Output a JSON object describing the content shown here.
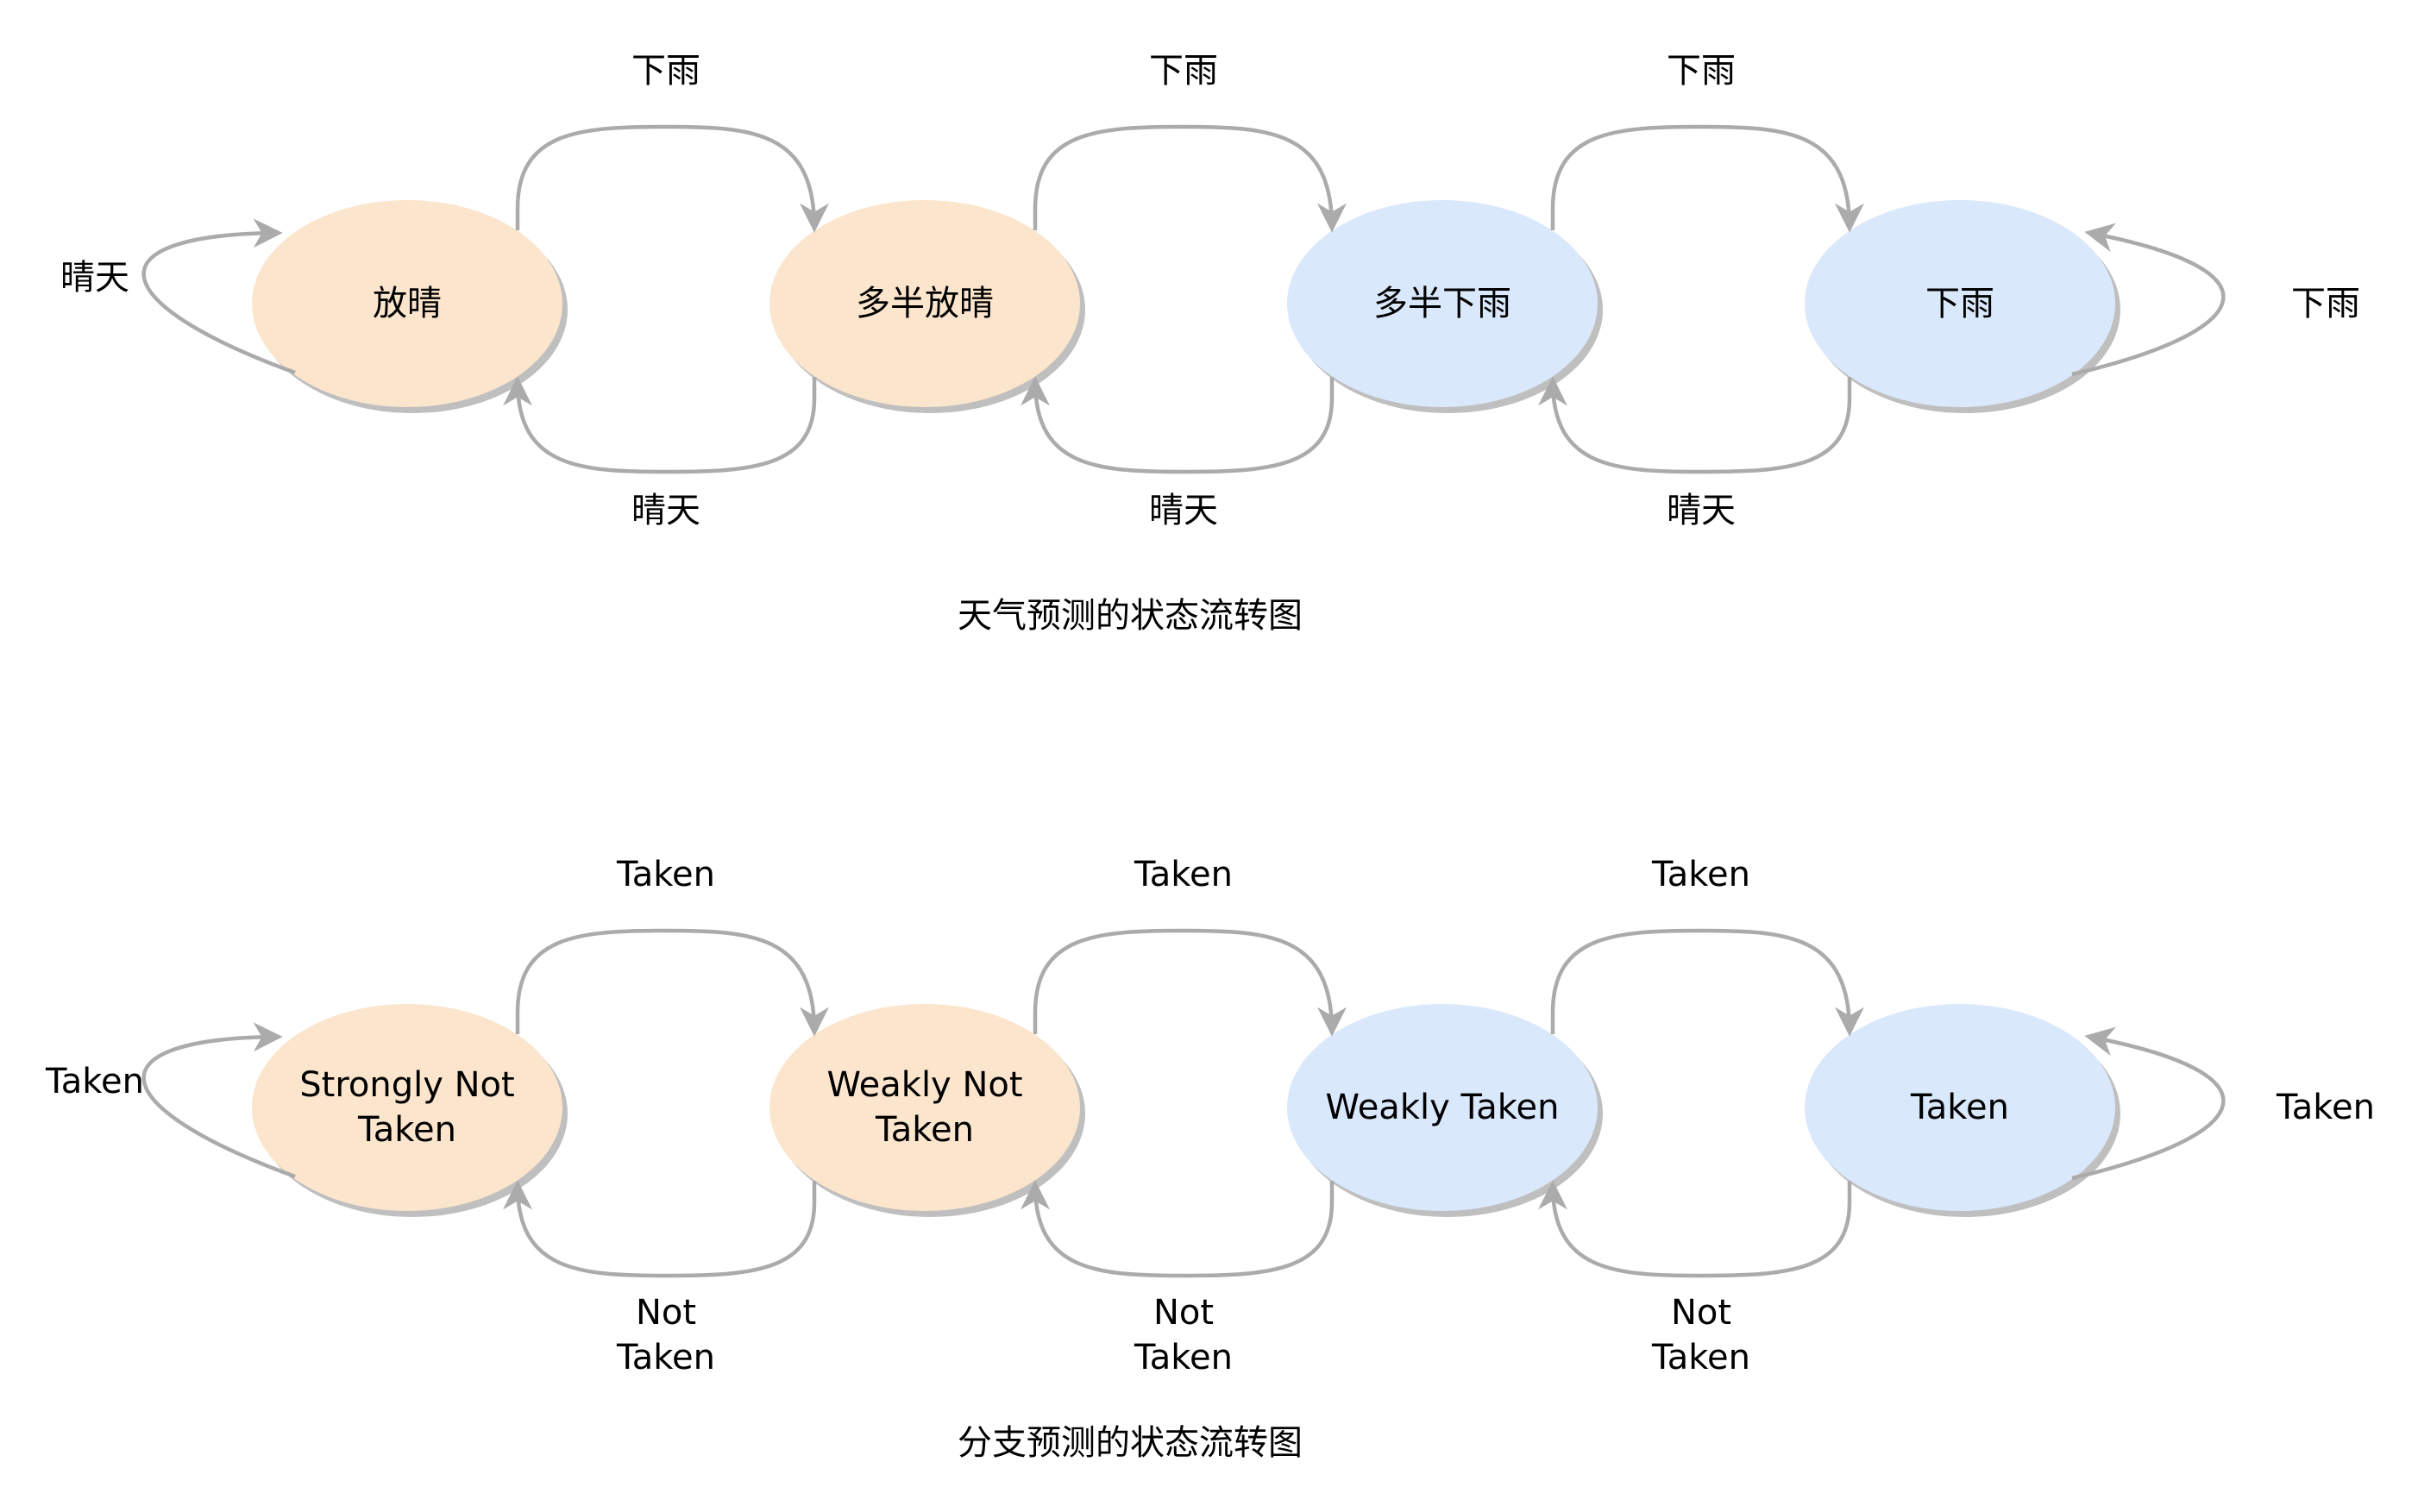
{
  "colors": {
    "warm_fill": "#FCE5CD",
    "cool_fill": "#DAE8FC",
    "shadow": "#BFBFBF",
    "edge": "#ABABAB",
    "text": "#000000"
  },
  "weather": {
    "caption": "天气预测的状态流转图",
    "states": [
      {
        "lines": [
          "放晴"
        ],
        "tone": "warm"
      },
      {
        "lines": [
          "多半放晴"
        ],
        "tone": "warm"
      },
      {
        "lines": [
          "多半下雨"
        ],
        "tone": "cool"
      },
      {
        "lines": [
          "下雨"
        ],
        "tone": "cool"
      }
    ],
    "forward_labels": [
      [
        "下雨"
      ],
      [
        "下雨"
      ],
      [
        "下雨"
      ]
    ],
    "backward_labels": [
      [
        "晴天"
      ],
      [
        "晴天"
      ],
      [
        "晴天"
      ]
    ],
    "left_self_label": [
      "晴天"
    ],
    "right_self_label": [
      "下雨"
    ]
  },
  "branch": {
    "caption": "分支预测的状态流转图",
    "states": [
      {
        "lines": [
          "Strongly Not",
          "Taken"
        ],
        "tone": "warm"
      },
      {
        "lines": [
          "Weakly Not",
          "Taken"
        ],
        "tone": "warm"
      },
      {
        "lines": [
          "Weakly Taken"
        ],
        "tone": "cool"
      },
      {
        "lines": [
          "Taken"
        ],
        "tone": "cool"
      }
    ],
    "forward_labels": [
      [
        "Taken"
      ],
      [
        "Taken"
      ],
      [
        "Taken"
      ]
    ],
    "backward_labels": [
      [
        "Not",
        "Taken"
      ],
      [
        "Not",
        "Taken"
      ],
      [
        "Not",
        "Taken"
      ]
    ],
    "left_self_label": [
      "Taken"
    ],
    "right_self_label": [
      "Taken"
    ]
  }
}
